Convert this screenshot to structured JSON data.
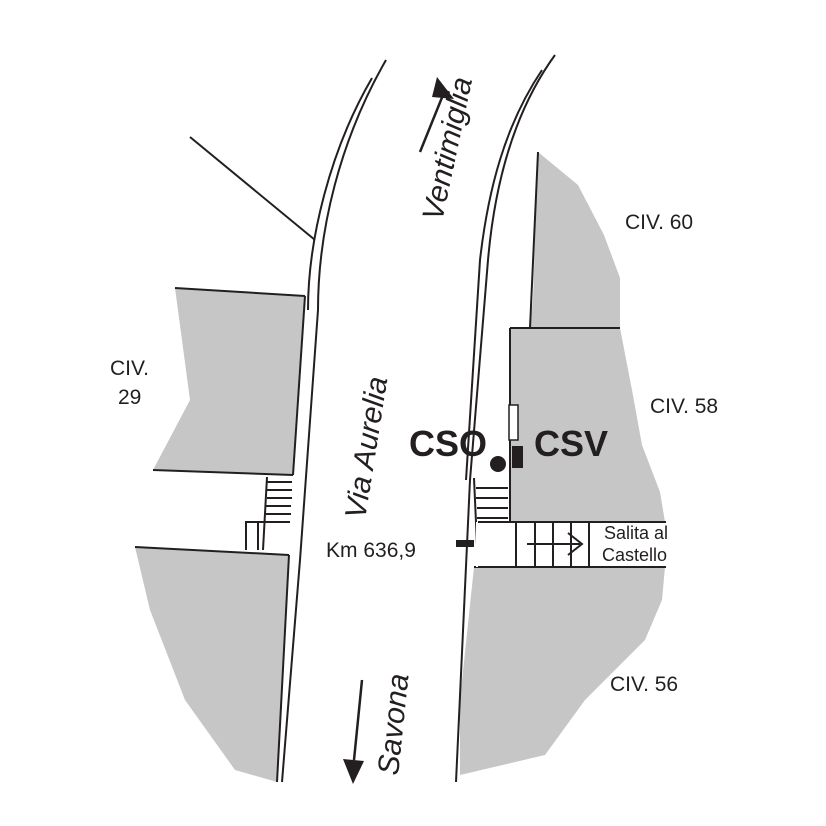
{
  "colors": {
    "block_fill": "#c6c6c6",
    "line": "#231f20",
    "background": "#ffffff"
  },
  "road": {
    "name": "Via Aurelia",
    "direction_north": "Ventimiglia",
    "direction_south": "Savona"
  },
  "labels": {
    "civ_60": "CIV. 60",
    "civ_58": "CIV. 58",
    "civ_56": "CIV. 56",
    "civ_29_line1": "CIV.",
    "civ_29_line2": "29",
    "cso": "CSO",
    "csv": "CSV",
    "km": "Km 636,9",
    "salita_line1": "Salita al",
    "salita_line2": "Castello"
  },
  "markers": {
    "cso_symbol": "filled-circle",
    "csv_symbol": "filled-square",
    "km_symbol": "black-bar"
  }
}
